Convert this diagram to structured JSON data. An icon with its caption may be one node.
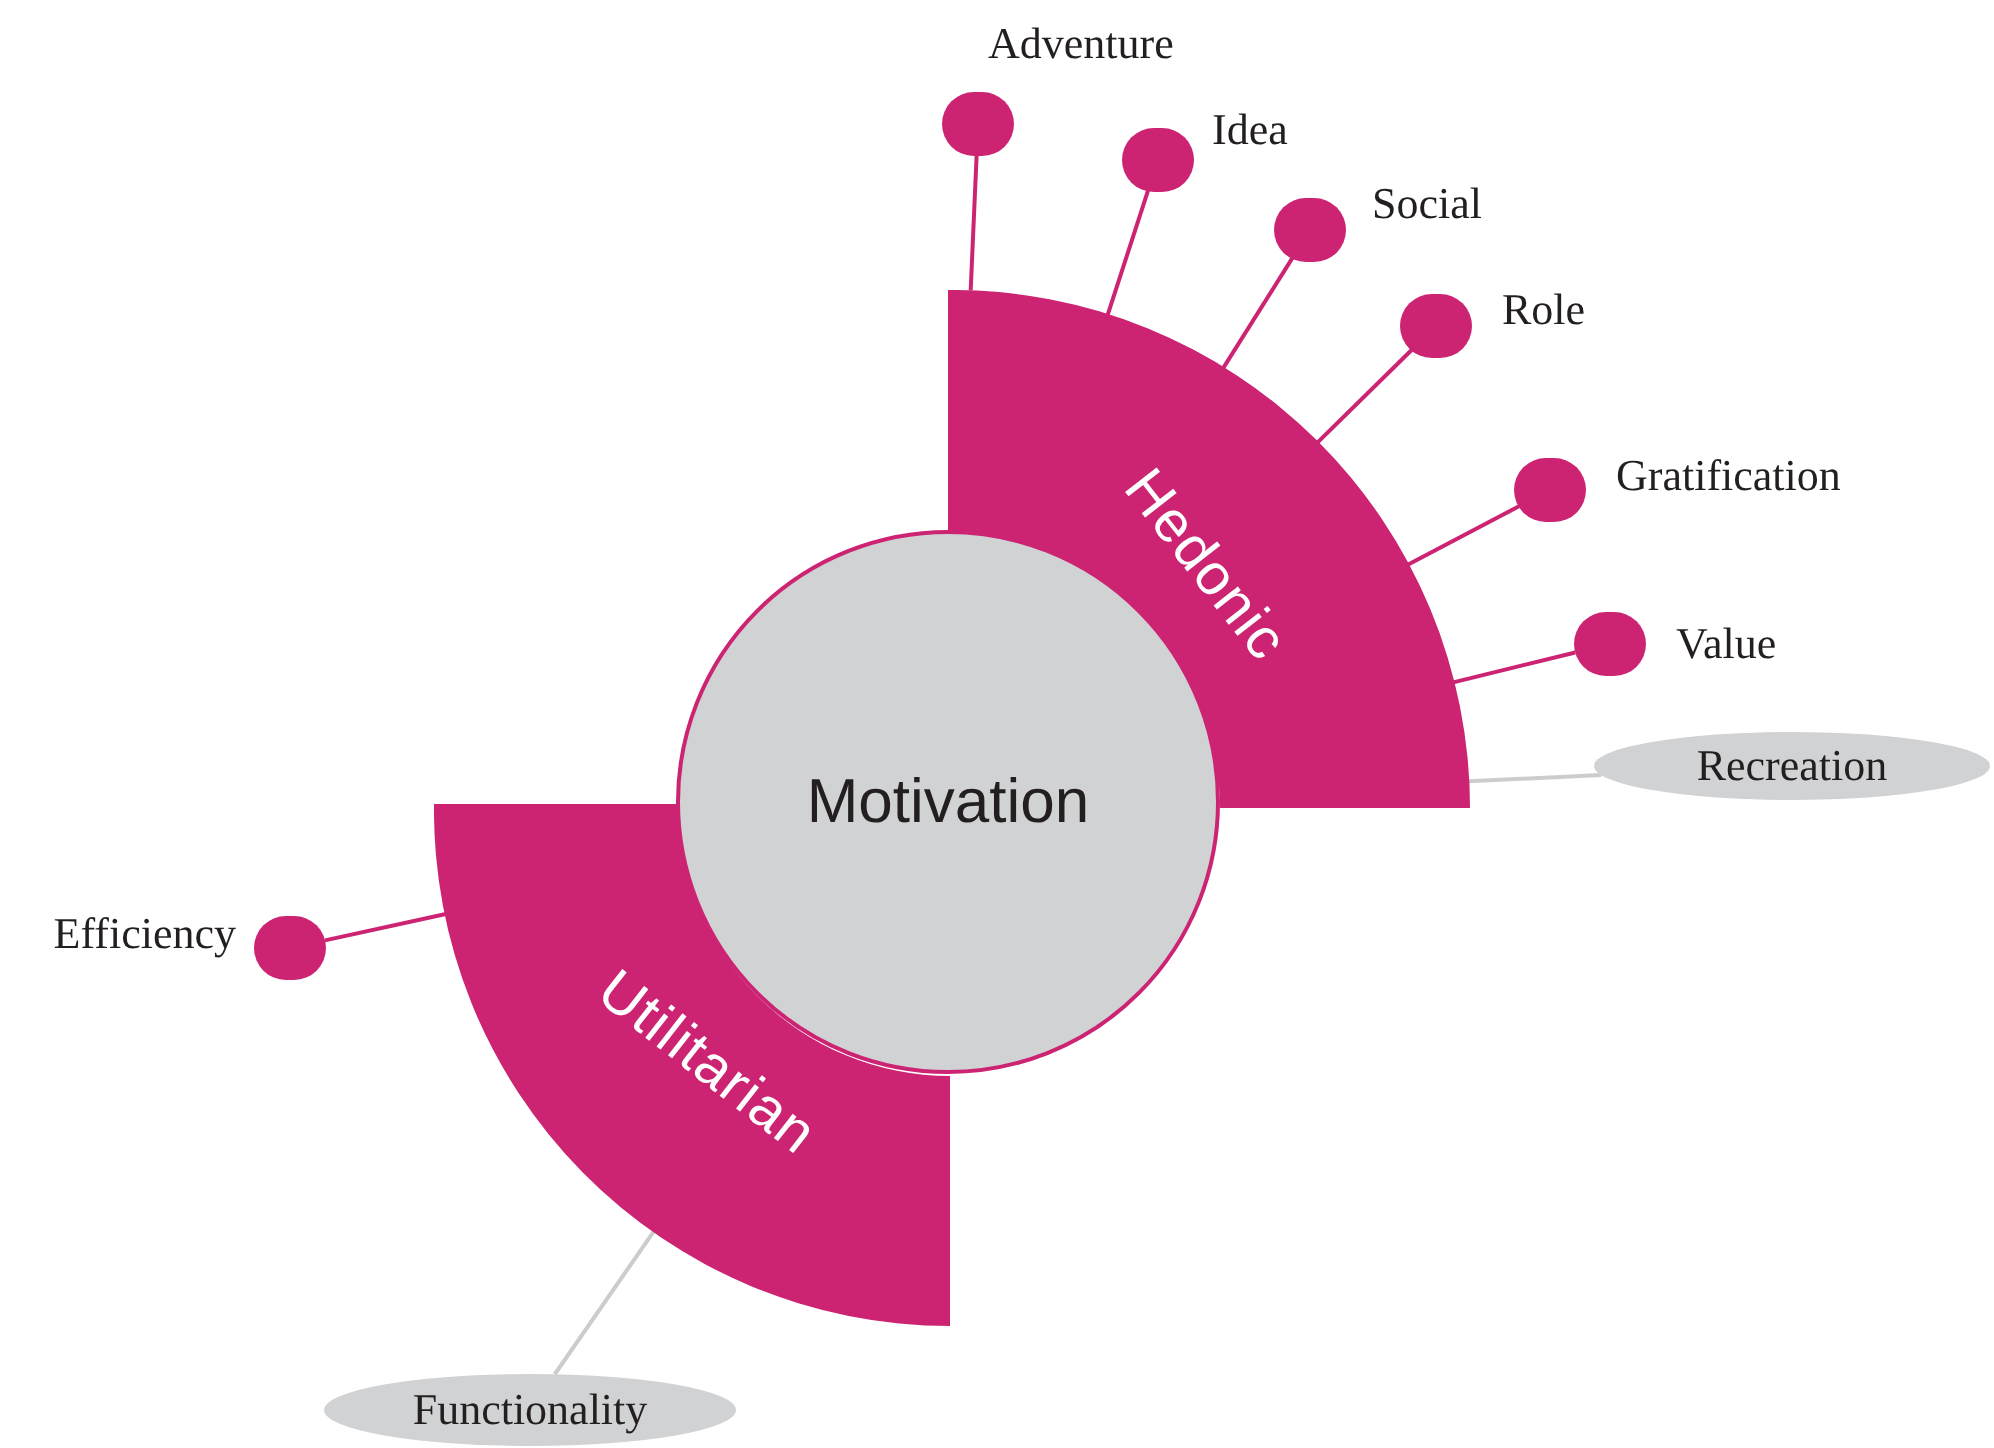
{
  "diagram": {
    "nodes": [
      {
        "text": [
          "Motivation"
        ]
      },
      {
        "text": [
          "Hedonic"
        ]
      },
      {
        "text": [
          "Utilitarian"
        ]
      },
      {
        "text": [
          "Adventure"
        ]
      },
      {
        "text": [
          "Idea"
        ]
      },
      {
        "text": [
          "Social"
        ]
      },
      {
        "text": [
          "Role"
        ]
      },
      {
        "text": [
          "Gratification"
        ]
      },
      {
        "text": [
          "Value"
        ]
      },
      {
        "text": [
          "Recreation"
        ]
      },
      {
        "text": [
          "Efficiency"
        ]
      },
      {
        "text": [
          "Functionality"
        ]
      }
    ],
    "edges": [
      {
        "from": 1,
        "to": 3,
        "arrow": "none"
      },
      {
        "from": 1,
        "to": 4,
        "arrow": "none"
      },
      {
        "from": 1,
        "to": 5,
        "arrow": "none"
      },
      {
        "from": 1,
        "to": 6,
        "arrow": "none"
      },
      {
        "from": 1,
        "to": 7,
        "arrow": "none"
      },
      {
        "from": 1,
        "to": 8,
        "arrow": "none"
      },
      {
        "from": 1,
        "to": 9,
        "arrow": "none",
        "color": "#cccccc"
      },
      {
        "from": 2,
        "to": 10,
        "arrow": "none"
      },
      {
        "from": 2,
        "to": 11,
        "arrow": "none",
        "color": "#cccccc"
      }
    ]
  }
}
